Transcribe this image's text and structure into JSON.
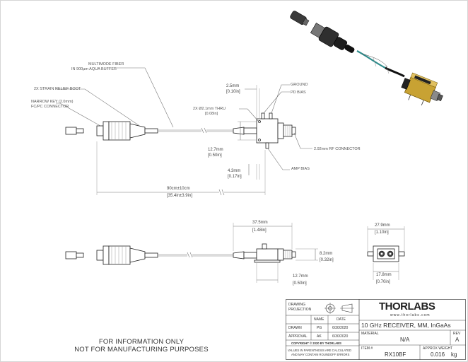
{
  "labels": {
    "multimode_fiber_line1": "MULTIMODE FIBER",
    "multimode_fiber_line2": "IN 900µm AQUA BUFFER",
    "strain_relief": "2X STRAIN RELIEF BOOT",
    "narrow_key_line1": "NARROW KEY (2.0mm)",
    "narrow_key_line2": "FC/PC CONNECTOR",
    "ground": "GROUND",
    "pd_bias": "PD BIAS",
    "thru_line1": "2X  Ø2.1mm THRU",
    "thru_line2": "[0.08in]",
    "rf_connector": "2.92mm RF CONNECTOR",
    "amp_bias": "AMP BIAS"
  },
  "dims": {
    "d1_mm": "2.5mm",
    "d1_in": "[0.10in]",
    "d2_mm": "12.7mm",
    "d2_in": "[0.50in]",
    "d3_mm": "4.3mm",
    "d3_in": "[0.17in]",
    "length_mm": "90cm±10cm",
    "length_in": "[35.4in±3.9in]",
    "d4_mm": "37.5mm",
    "d4_in": "[1.48in]",
    "d5_mm": "8.2mm",
    "d5_in": "[0.32in]",
    "d6_mm": "12.7mm",
    "d6_in": "[0.50in]",
    "d7_mm": "27.9mm",
    "d7_in": "[1.10in]",
    "d8_mm": "17.8mm",
    "d8_in": "[0.70in]"
  },
  "notice": {
    "line1": "FOR INFORMATION ONLY",
    "line2": "NOT FOR MANUFACTURING PURPOSES"
  },
  "title_block": {
    "drawing_projection_line1": "DRAWING",
    "drawing_projection_line2": "PROJECTION",
    "col_name": "NAME",
    "col_date": "DATE",
    "drawn_label": "DRAWN",
    "drawn_name": "PG",
    "drawn_date": "6/30/2020",
    "approval_label": "APPROVAL",
    "approval_name": "AK",
    "approval_date": "6/30/2020",
    "copyright": "COPYRIGHT © 2020 BY THORLABS",
    "values_note_line1": "VALUES IN PARENTHESIS ARE CALCULATED",
    "values_note_line2": "AND MAY CONTAIN ROUNDOFF ERRORS",
    "brand": "THORLABS",
    "website": "www.thorlabs.com",
    "title": "10 GHz RECEIVER, MM, InGaAs",
    "material_label": "MATERIAL",
    "material_value": "N/A",
    "rev_label": "REV",
    "rev_value": "A",
    "item_label": "ITEM #",
    "item_value": "RX10BF",
    "weight_label": "APPROX WEIGHT",
    "weight_value": "0.016",
    "weight_unit": "kg"
  }
}
